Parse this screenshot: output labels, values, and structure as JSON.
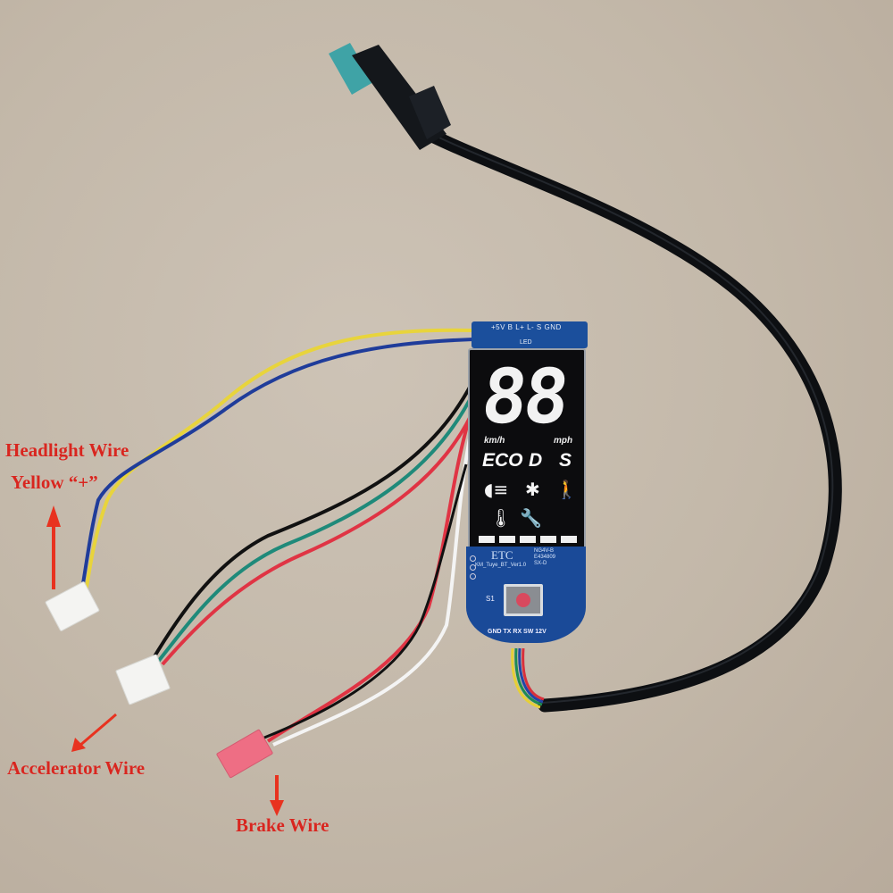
{
  "labels": {
    "headlight_title": "Headlight Wire",
    "headlight_sub": "Yellow “+”",
    "accelerator": "Accelerator Wire",
    "brake": "Brake Wire"
  },
  "pcb": {
    "top_pins": "+5V B L+ L- S GND",
    "top_label": "LED",
    "display_digits": "88",
    "unit_left": "km/h",
    "unit_right": "mph",
    "modes": [
      "ECO",
      "D",
      "S"
    ],
    "icons": [
      "headlight-icon",
      "bluetooth-icon",
      "walk-mode-icon",
      "thermometer-icon",
      "wrench-icon"
    ],
    "battery_segments": 5,
    "brand": "ETC",
    "version": "KM_Tuye_BT_Ver1.0",
    "code_lines": [
      "NG4V-B",
      "E434809",
      "SX-D"
    ],
    "switch_label": "S1",
    "bottom_pins": "GND TX RX SW 12V"
  },
  "colors": {
    "background": "#c3b8a9",
    "annotation": "#d8261f",
    "pcb_blue": "#1b4f9c",
    "connector_teal": "#3fa3a6",
    "wire_yellow": "#e8d43c",
    "wire_blue": "#1f3c9a",
    "wire_green": "#1f8a7a",
    "wire_red": "#e03444",
    "wire_black": "#111111",
    "brake_connector": "#ee6e84"
  }
}
